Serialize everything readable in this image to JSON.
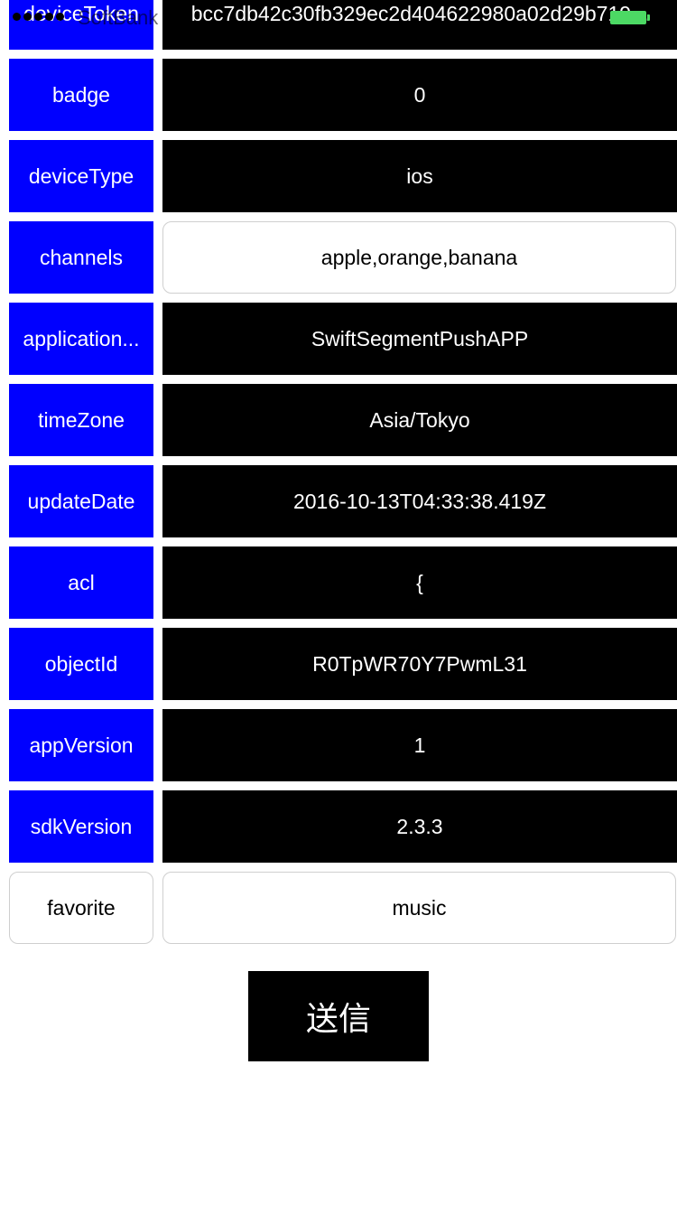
{
  "status_bar": {
    "carrier": "SoftBank",
    "time": "",
    "battery_percent": "",
    "battery_color": "#4cd964"
  },
  "colors": {
    "key_background": "#0000ff",
    "value_background": "#000000",
    "editable_background": "#ffffff"
  },
  "rows": [
    {
      "key": "deviceToken",
      "value": "bcc7db42c30fb329ec2d404622980a02d29b719..."
    },
    {
      "key": "badge",
      "value": "0"
    },
    {
      "key": "deviceType",
      "value": "ios"
    },
    {
      "key": "channels",
      "value": "apple,orange,banana"
    },
    {
      "key": "application...",
      "value": "SwiftSegmentPushAPP"
    },
    {
      "key": "timeZone",
      "value": "Asia/Tokyo"
    },
    {
      "key": "updateDate",
      "value": "2016-10-13T04:33:38.419Z"
    },
    {
      "key": "acl",
      "value": "{"
    },
    {
      "key": "objectId",
      "value": "R0TpWR70Y7PwmL31"
    },
    {
      "key": "appVersion",
      "value": "1"
    },
    {
      "key": "sdkVersion",
      "value": "2.3.3"
    },
    {
      "key": "favorite",
      "value": "music"
    }
  ],
  "send_button_label": "送信"
}
